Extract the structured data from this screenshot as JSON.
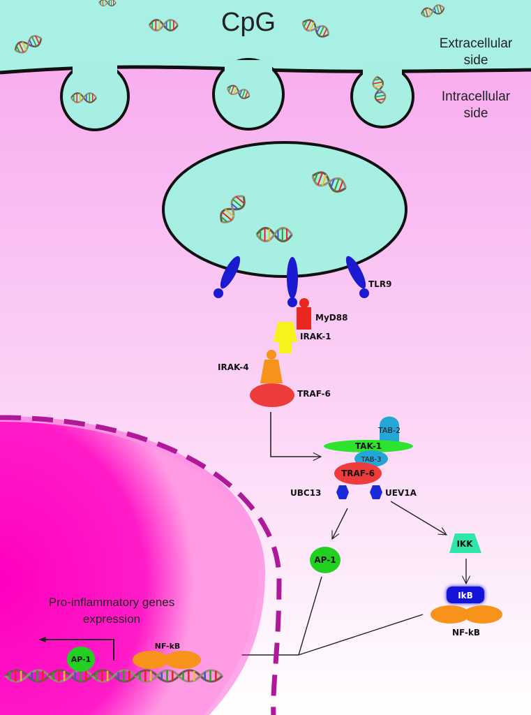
{
  "title": "CpG",
  "sides": {
    "extracellular": [
      "Extracellular",
      "side"
    ],
    "intracellular": [
      "Intracellular",
      "side"
    ]
  },
  "proteins": {
    "tlr9": "TLR9",
    "myd88": "MyD88",
    "irak1": "IRAK-1",
    "irak4": "IRAK-4",
    "traf6": "TRAF-6",
    "tab2": "TAB-2",
    "tak1": "TAK-1",
    "tab3": "TAB-3",
    "traf6_complex": "TRAF-6",
    "ubc13": "UBC13",
    "uev1a": "UEV1A",
    "ap1": "AP-1",
    "ikk": "IKK",
    "ikb": "IkB",
    "nfkb": "NF-kB",
    "ap1_nucleus": "AP-1",
    "nfkb_nucleus": "NF-kB"
  },
  "gene_expression": [
    "Pro-inflammatory genes",
    "expression"
  ],
  "colors": {
    "extracellular": "#a8f0e6",
    "cytoplasm": "#f7a6ee",
    "nucleus": "#ff10c4",
    "nuclear_envelope": "#b0189a",
    "vesicle": "#a8efe3",
    "tlr9": "#1a1ad0",
    "myd88": "#e8281e",
    "irak1": "#f7f31a",
    "irak4": "#f7931a",
    "traf6": "#ee3b3b",
    "tab2": "#24a6d6",
    "tak1": "#2ee32e",
    "ubc13": "#1a2ad8",
    "ap1": "#22d022",
    "ikk": "#2ee6a8",
    "ikb": "#1414d8",
    "nfkb": "#f7931a"
  }
}
